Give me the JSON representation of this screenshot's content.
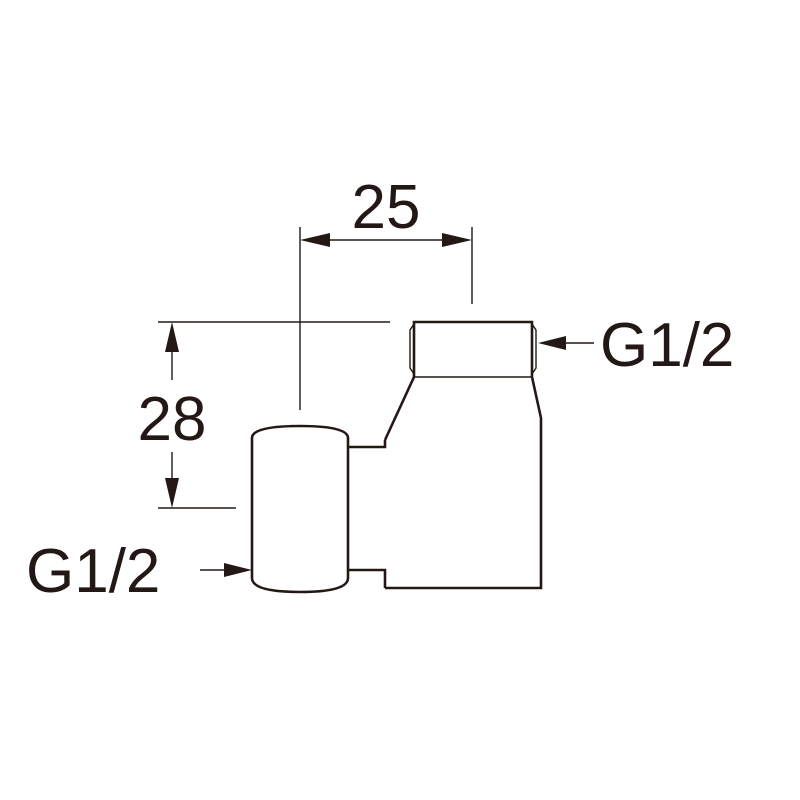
{
  "dimensions": {
    "width_label": "25",
    "height_label": "28"
  },
  "threads": {
    "outlet_label": "G1/2",
    "inlet_label": "G1/2"
  },
  "colors": {
    "line": "#231815",
    "background": "#ffffff"
  }
}
